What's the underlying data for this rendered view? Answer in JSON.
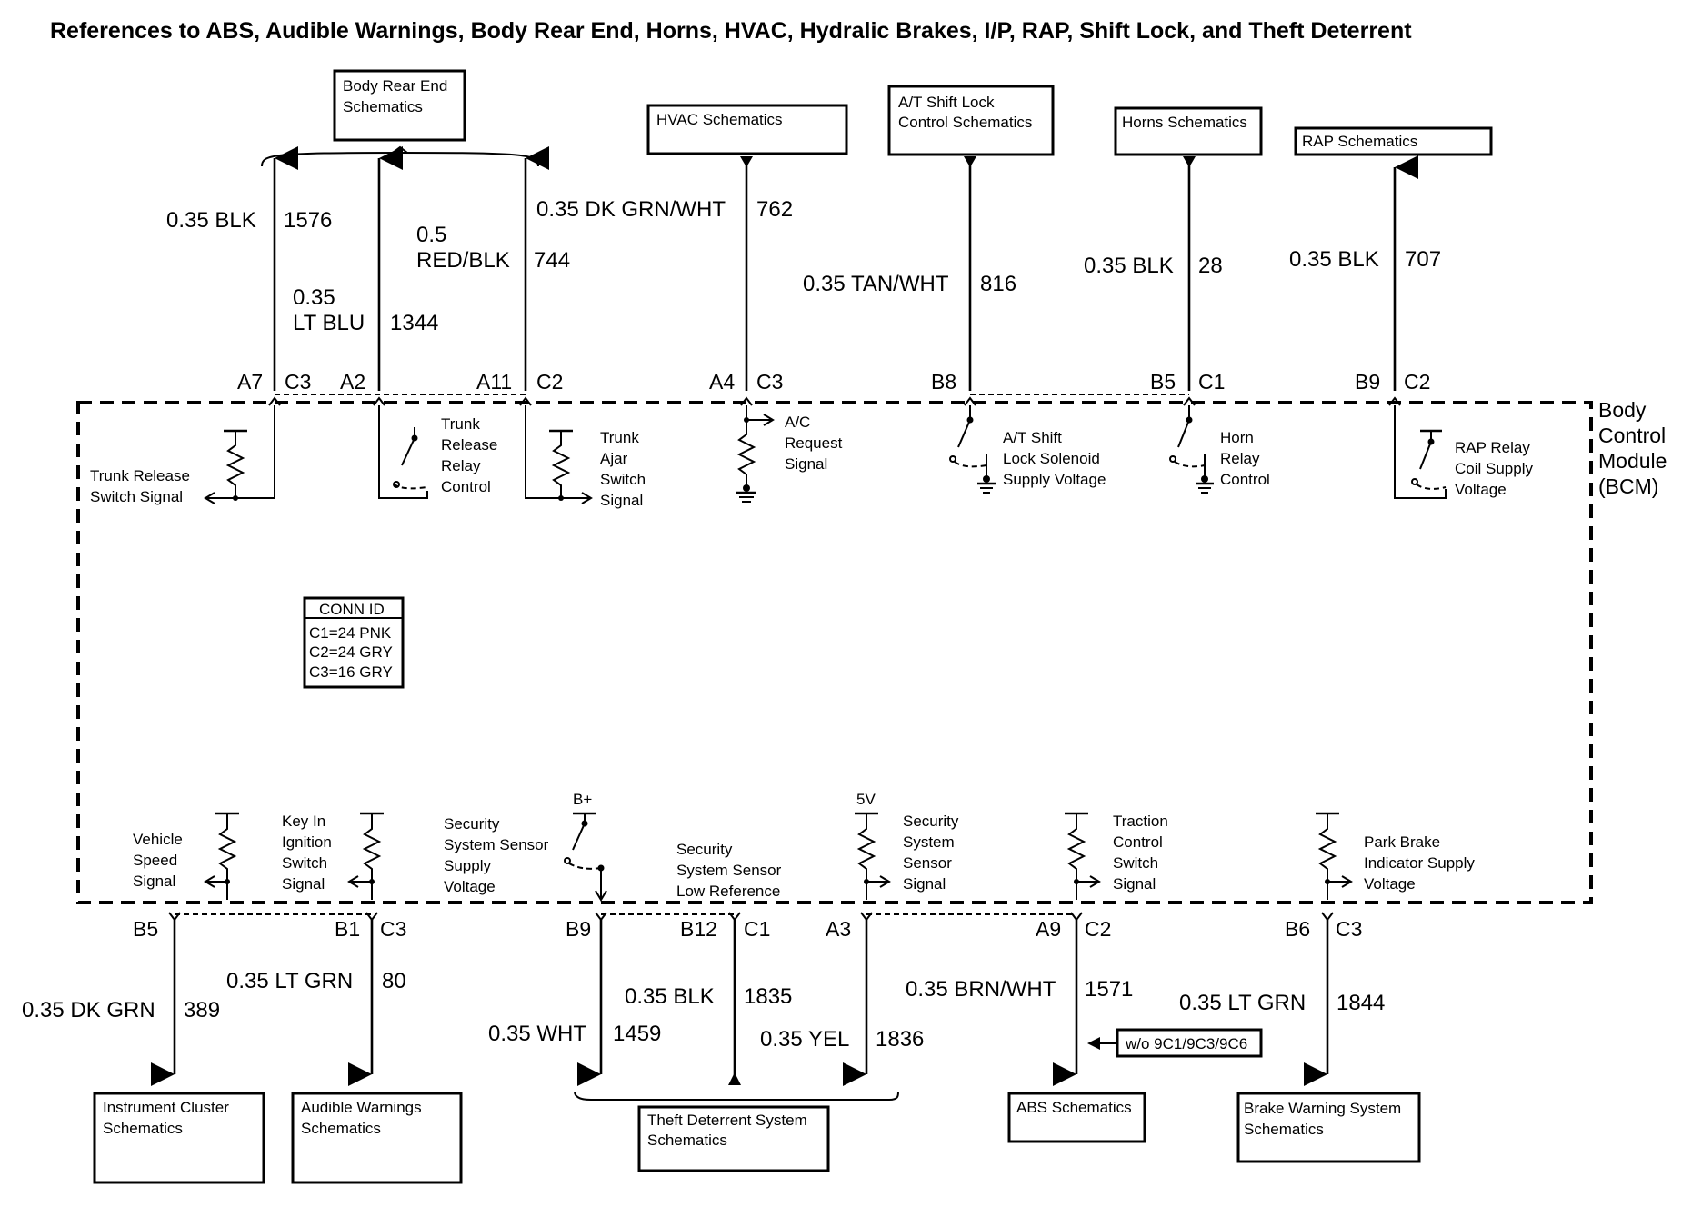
{
  "title": "References to ABS, Audible Warnings, Body Rear End, Horns, HVAC, Hydralic  Brakes, I/P, RAP, Shift Lock, and Theft Deterrent",
  "module": {
    "lines": [
      "Body",
      "Control",
      "Module",
      "(BCM)"
    ]
  },
  "conn_id": {
    "header": "CONN ID",
    "rows": [
      "C1=24 PNK",
      "C2=24 GRY",
      "C3=16 GRY"
    ]
  },
  "boxes": {
    "body_rear_end": [
      "Body Rear End",
      "Schematics"
    ],
    "hvac": [
      "HVAC Schematics"
    ],
    "shift_lock": [
      "A/T Shift Lock",
      "Control Schematics"
    ],
    "horns": [
      "Horns Schematics"
    ],
    "rap": [
      "RAP Schematics"
    ],
    "instrument_cluster": [
      "Instrument Cluster",
      "Schematics"
    ],
    "audible_warnings": [
      "Audible Warnings",
      "Schematics"
    ],
    "theft_deterrent": [
      "Theft Deterrent System",
      "Schematics"
    ],
    "abs": [
      "ABS Schematics"
    ],
    "brake_warning": [
      "Brake Warning System",
      "Schematics"
    ],
    "option_note": "w/o 9C1/9C3/9C6"
  },
  "top_circuits": [
    {
      "wire": "0.35 BLK",
      "circuit": "1576",
      "pin": "A7",
      "conn": "C3",
      "signal": [
        "Trunk Release",
        "Switch Signal"
      ]
    },
    {
      "wire_lines": [
        "0.35",
        "LT BLU"
      ],
      "circuit": "1344",
      "pin": "A2",
      "signal": [
        "Trunk",
        "Release",
        "Relay",
        "Control"
      ]
    },
    {
      "wire_lines": [
        "0.5",
        "RED/BLK"
      ],
      "circuit": "744",
      "pin": "A11",
      "conn": "C2",
      "signal": [
        "Trunk",
        "Ajar",
        "Switch",
        "Signal"
      ]
    },
    {
      "wire": "0.35 DK GRN/WHT",
      "circuit": "762",
      "pin": "A4",
      "conn": "C3",
      "signal": [
        "A/C",
        "Request",
        "Signal"
      ]
    },
    {
      "wire": "0.35 TAN/WHT",
      "circuit": "816",
      "pin": "B8",
      "signal": [
        "A/T Shift",
        "Lock Solenoid",
        "Supply Voltage"
      ]
    },
    {
      "wire": "0.35 BLK",
      "circuit": "28",
      "pin": "B5",
      "conn": "C1",
      "signal": [
        "Horn",
        "Relay",
        "Control"
      ]
    },
    {
      "wire": "0.35 BLK",
      "circuit": "707",
      "pin": "B9",
      "conn": "C2",
      "signal": [
        "RAP Relay",
        "Coil Supply",
        "Voltage"
      ]
    }
  ],
  "bottom_circuits": [
    {
      "wire": "0.35 DK GRN",
      "circuit": "389",
      "pin": "B5",
      "signal": [
        "Vehicle",
        "Speed",
        "Signal"
      ]
    },
    {
      "wire": "0.35 LT GRN",
      "circuit": "80",
      "pin": "B1",
      "conn": "C3",
      "signal": [
        "Key In",
        "Ignition",
        "Switch",
        "Signal"
      ]
    },
    {
      "wire": "0.35 WHT",
      "circuit": "1459",
      "pin": "B9",
      "signal": [
        "Security",
        "System Sensor",
        "Supply",
        "Voltage"
      ],
      "supply": "B+"
    },
    {
      "wire": "0.35 BLK",
      "circuit": "1835",
      "pin": "B12",
      "conn": "C1",
      "signal": [
        "Security",
        "System Sensor",
        "Low Reference"
      ]
    },
    {
      "wire": "0.35 YEL",
      "circuit": "1836",
      "pin": "A3",
      "signal": [
        "Security",
        "System",
        "Sensor",
        "Signal"
      ],
      "supply": "5V"
    },
    {
      "wire": "0.35 BRN/WHT",
      "circuit": "1571",
      "pin": "A9",
      "conn": "C2",
      "signal": [
        "Traction",
        "Control",
        "Switch",
        "Signal"
      ]
    },
    {
      "wire": "0.35 LT GRN",
      "circuit": "1844",
      "pin": "B6",
      "conn": "C3",
      "signal": [
        "Park Brake",
        "Indicator Supply",
        "Voltage"
      ]
    }
  ]
}
